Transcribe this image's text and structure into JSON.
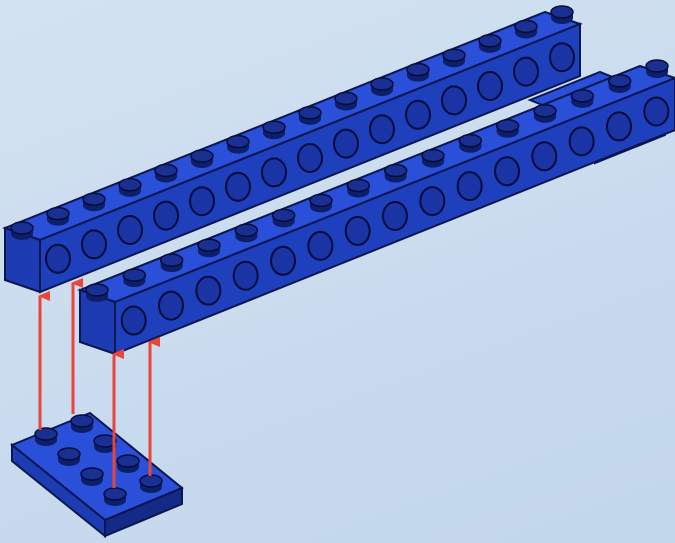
{
  "colors": {
    "background": "#c9dbee",
    "brick_top": "#2a4fd8",
    "brick_front": "#1d3cb4",
    "brick_side": "#132a86",
    "stud": "#0e1f6a",
    "arrow": "#e8463a"
  },
  "parts": {
    "beams": [
      "back-technic-beam",
      "front-technic-beam"
    ],
    "plate": "2x4-plate"
  }
}
